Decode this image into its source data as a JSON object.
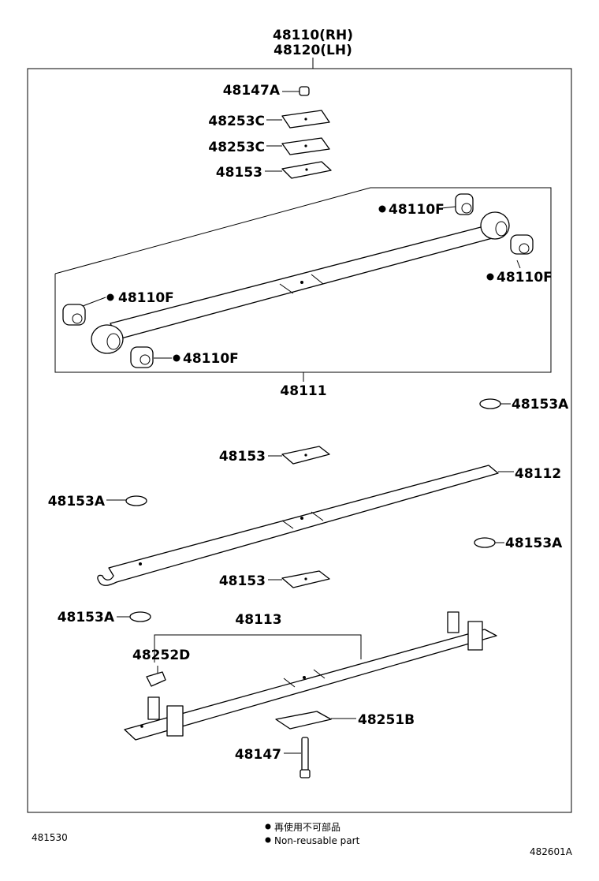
{
  "header": {
    "line1": "48110(RH)",
    "line2": "48120(LH)"
  },
  "labels": {
    "p48147A": "48147A",
    "p48253C_top": "48253C",
    "p48253C_mid": "48253C",
    "p48153_top": "48153",
    "p48110F_tr": "48110F",
    "p48110F_r": "48110F",
    "p48110F_l": "48110F",
    "p48110F_b": "48110F",
    "p48111": "48111",
    "p48153A_r1": "48153A",
    "p48153_mid": "48153",
    "p48112": "48112",
    "p48153A_l1": "48153A",
    "p48153A_r2": "48153A",
    "p48153_low": "48153",
    "p48153A_l2": "48153A",
    "p48113": "48113",
    "p48252D": "48252D",
    "p48251B": "48251B",
    "p48147": "48147"
  },
  "legend": {
    "line1": "再使用不可部品",
    "line2": "Non-reusable part"
  },
  "footer": {
    "left_code": "481530",
    "right_code": "482601A"
  }
}
